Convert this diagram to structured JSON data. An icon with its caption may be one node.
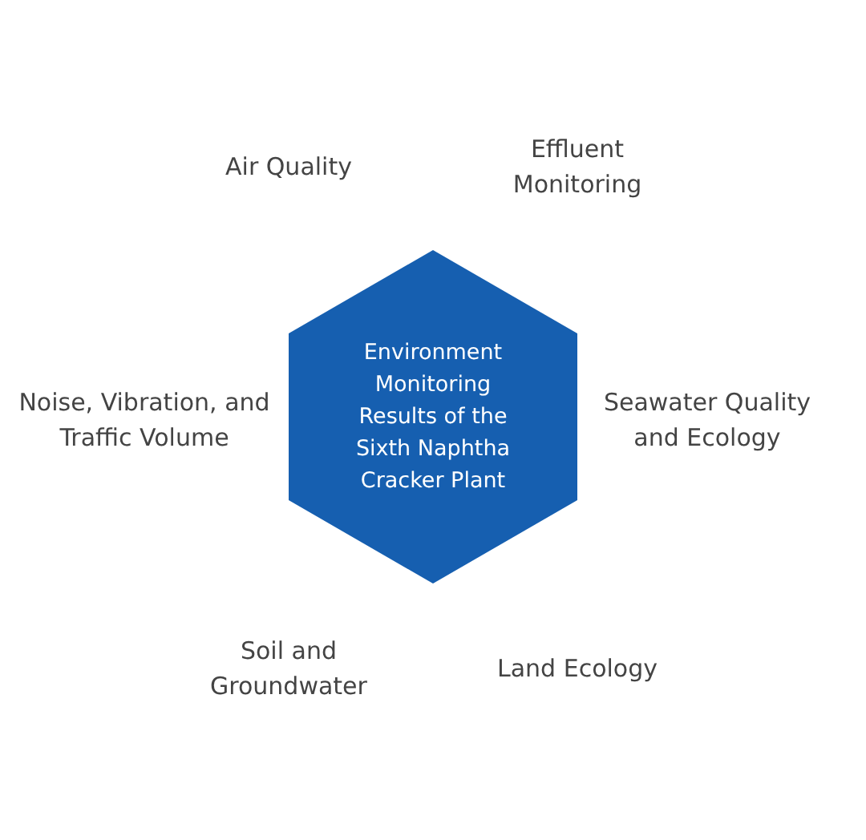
{
  "diagram": {
    "nodes": [
      {
        "text": [
          "Environment Monitoring Results of the Sixth Naphtha Cracker Plant"
        ]
      }
    ],
    "edges": [],
    "labels": [
      "Air Quality",
      "Effluent Monitoring",
      "Noise, Vibration, and Traffic Volume",
      "Seawater Quality and Ecology",
      "Soil and Groundwater",
      "Land Ecology"
    ]
  }
}
